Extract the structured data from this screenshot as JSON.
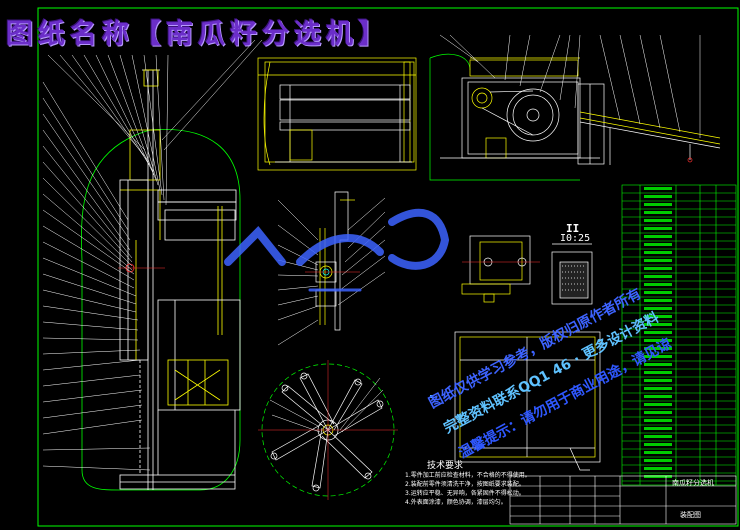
{
  "drawing": {
    "title": "图纸名称【南瓜籽分选机】",
    "section_mark": "II",
    "section_scale": "I0:25",
    "tech_requirements_title": "技术要求",
    "tech_notes": [
      "1.零件加工前应检查材料，不合格的不得使用。",
      "2.装配前零件须清洗干净，按图纸要求装配。",
      "3.运转应平稳、无异响，各紧固件不得松动。",
      "4.外表面涂漆，颜色协调，漆层均匀。"
    ],
    "title_block": {
      "drawing_name": "南瓜籽分选机",
      "school": "装配图"
    },
    "watermark": {
      "line1": "图纸仅供学习参考，版权归原作者所有",
      "line2": "完整资料联系QQ1 46 · 更多设计资料",
      "line3": "温馨提示：请勿用于商业用途，请见谅"
    },
    "colors": {
      "background": "#000000",
      "outline": "#ffffff",
      "leader": "#ffffff",
      "frame_green": "#00ff00",
      "yellow": "#ffff00",
      "title_purple": "#6b2ec9",
      "watermark_blue": "#3d63ff"
    }
  }
}
